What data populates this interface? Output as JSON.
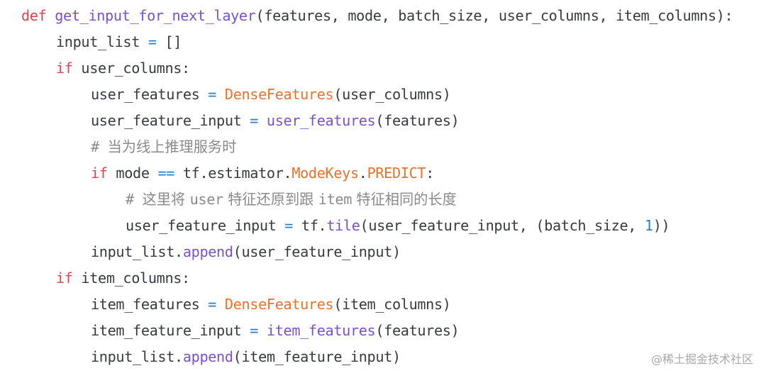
{
  "code": {
    "language": "python",
    "lines": [
      "def get_input_for_next_layer(features, mode, batch_size, user_columns, item_columns):",
      "    input_list = []",
      "    if user_columns:",
      "        user_features = DenseFeatures(user_columns)",
      "        user_feature_input = user_features(features)",
      "        # 当为线上推理服务时",
      "        if mode == tf.estimator.ModeKeys.PREDICT:",
      "            # 这里将 user 特征还原到跟 item 特征相同的长度",
      "            user_feature_input = tf.tile(user_feature_input, (batch_size, 1))",
      "        input_list.append(user_feature_input)",
      "    if item_columns:",
      "        item_features = DenseFeatures(item_columns)",
      "        item_feature_input = item_features(features)",
      "        input_list.append(item_feature_input)"
    ],
    "tokens": {
      "l0": {
        "kw": "def",
        "fn": "get_input_for_next_layer",
        "rest": "(features, mode, batch_size, user_columns, item_columns):"
      },
      "l1": {
        "a": "input_list ",
        "op": "=",
        "b": " []"
      },
      "l2": {
        "kw": "if",
        "rest": " user_columns:"
      },
      "l3": {
        "a": "user_features ",
        "op": "=",
        "b": " ",
        "cls": "DenseFeatures",
        "c": "(user_columns)"
      },
      "l4": {
        "a": "user_feature_input ",
        "op": "=",
        "b": " ",
        "fn": "user_features",
        "c": "(features)"
      },
      "l5": {
        "hash": "# ",
        "text": "当为线上推理服务时"
      },
      "l6": {
        "kw": "if",
        "a": " mode ",
        "op": "==",
        "b": " tf.estimator.",
        "cls1": "ModeKeys",
        "dot": ".",
        "cls2": "PREDICT",
        "c": ":"
      },
      "l7": {
        "hash": "# ",
        "t1": "这里将 ",
        "t2": "user",
        "t3": " 特征还原到跟 ",
        "t4": "item",
        "t5": " 特征相同的长度"
      },
      "l8": {
        "a": "user_feature_input ",
        "op": "=",
        "b": " tf.",
        "fn": "tile",
        "c": "(user_feature_input, (batch_size, ",
        "num": "1",
        "d": "))"
      },
      "l9": {
        "a": "input_list.",
        "fn": "append",
        "c": "(user_feature_input)"
      },
      "l10": {
        "kw": "if",
        "rest": " item_columns:"
      },
      "l11": {
        "a": "item_features ",
        "op": "=",
        "b": " ",
        "cls": "DenseFeatures",
        "c": "(item_columns)"
      },
      "l12": {
        "a": "item_feature_input ",
        "op": "=",
        "b": " ",
        "fn": "item_features",
        "c": "(features)"
      },
      "l13": {
        "a": "input_list.",
        "fn": "append",
        "c": "(item_feature_input)"
      }
    }
  },
  "watermark": "@稀土掘金技术社区",
  "colors": {
    "keyword": "#e0434f",
    "function": "#7b51c8",
    "class": "#e8722c",
    "operator": "#2f7fbf",
    "comment": "#8a8a8a",
    "text": "#383a42"
  }
}
